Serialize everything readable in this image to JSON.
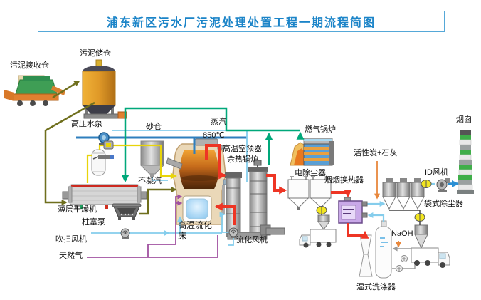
{
  "title": "浦东新区污水厂污泥处理处置工程一期流程简图",
  "labels": {
    "sludge_receiving": "污泥接收仓",
    "sludge_storage": "污泥储仓",
    "hp_water_pump": "高压水泵",
    "sand_silo": "砂仓",
    "steam": "蒸汽",
    "temp_850": "850℃",
    "air_preheater": "高温空预器",
    "waste_heat_boiler": "余热锅炉",
    "gas_boiler": "燃气锅炉",
    "esp": "电除尘器",
    "ggh": "烟烟换热器",
    "activated_carbon": "活性炭+石灰",
    "id_fan": "ID风机",
    "chimney": "烟囱",
    "bag_filter": "袋式除尘器",
    "non_condensable": "不凝汽",
    "thin_layer_dryer": "薄层干燥机",
    "plunger_pump": "柱塞泵",
    "purge_fan": "吹扫风机",
    "natural_gas": "天然气",
    "fluidized_bed": "高温流化床",
    "fluidizing_fan": "流化风机",
    "naoh": "NaOH",
    "wet_scrubber": "湿式洗涤器"
  },
  "colors": {
    "title_blue": "#1b84c8",
    "steam_line": "#00a87a",
    "flue_gas_line": "#ee3524",
    "water_line": "#2f7fbe",
    "air_line": "#85cdec",
    "vapor_line": "#e8d40a",
    "sludge_line": "#6f6f1d",
    "natural_gas_line": "#a050a0",
    "reagent_line": "#e8873c",
    "discharge_line": "#444444"
  }
}
